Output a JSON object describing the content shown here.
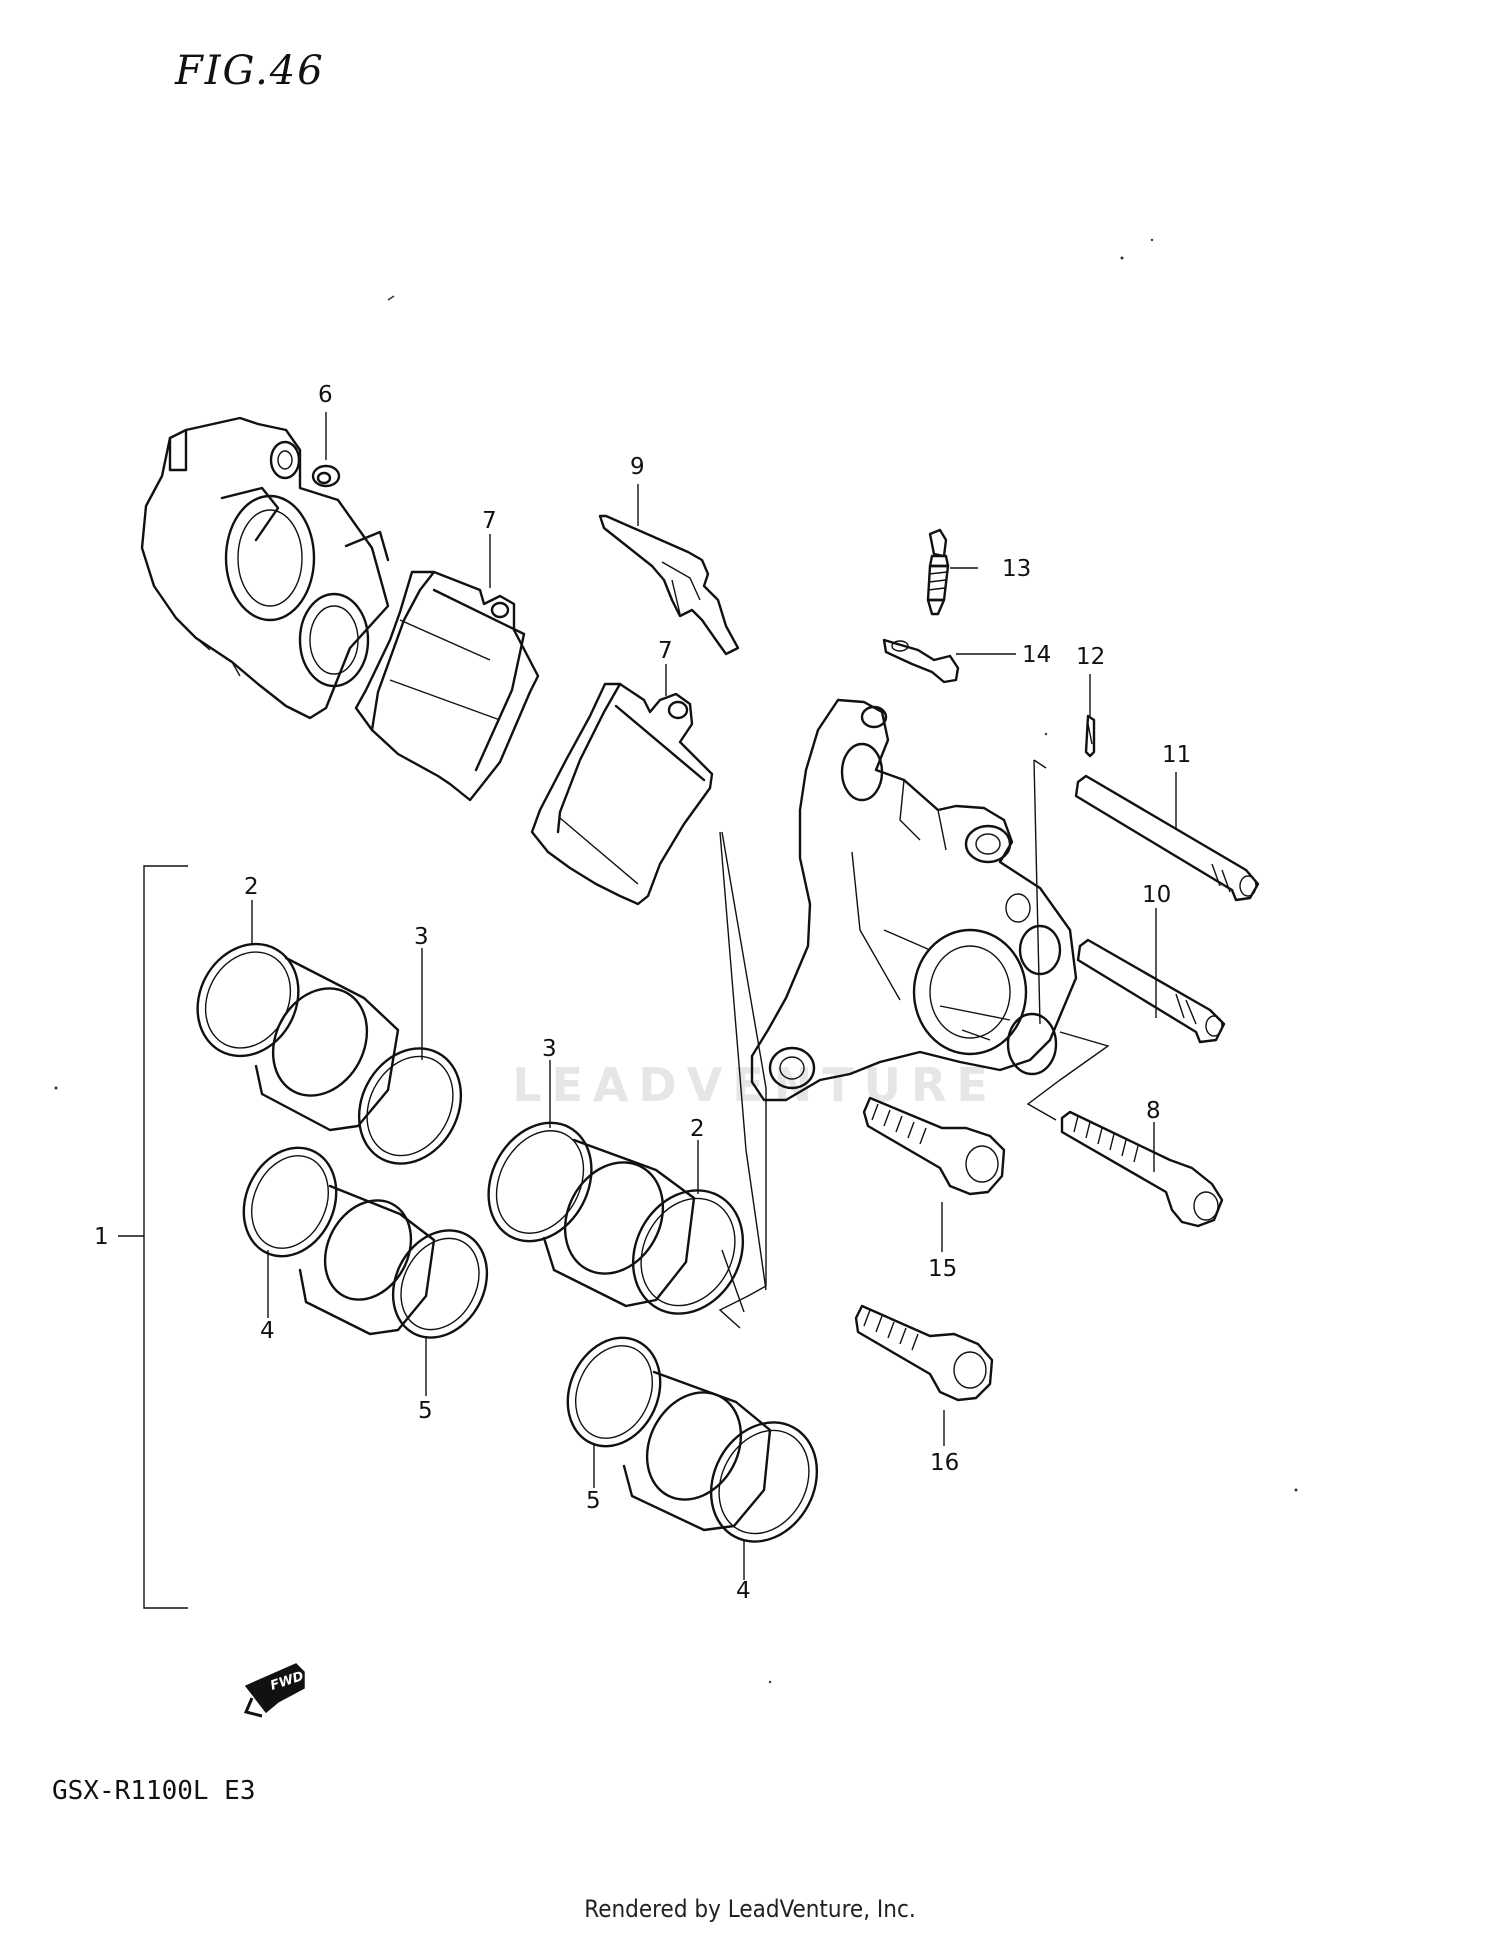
{
  "figure_title": "FIG.46",
  "model": "GSX-R1100L E3",
  "footer": "Rendered by LeadVenture, Inc.",
  "watermark": "LEADVENTURE",
  "direction_marker": {
    "icon": "fwd-arrow-icon",
    "label": "FWD"
  },
  "callouts": {
    "c1": "1",
    "c2a": "2",
    "c2b": "2",
    "c3a": "3",
    "c3b": "3",
    "c4a": "4",
    "c4b": "4",
    "c5a": "5",
    "c5b": "5",
    "c6": "6",
    "c7a": "7",
    "c7b": "7",
    "c8": "8",
    "c9": "9",
    "c10": "10",
    "c11": "11",
    "c12": "12",
    "c13": "13",
    "c14": "14",
    "c15": "15",
    "c16": "16"
  }
}
